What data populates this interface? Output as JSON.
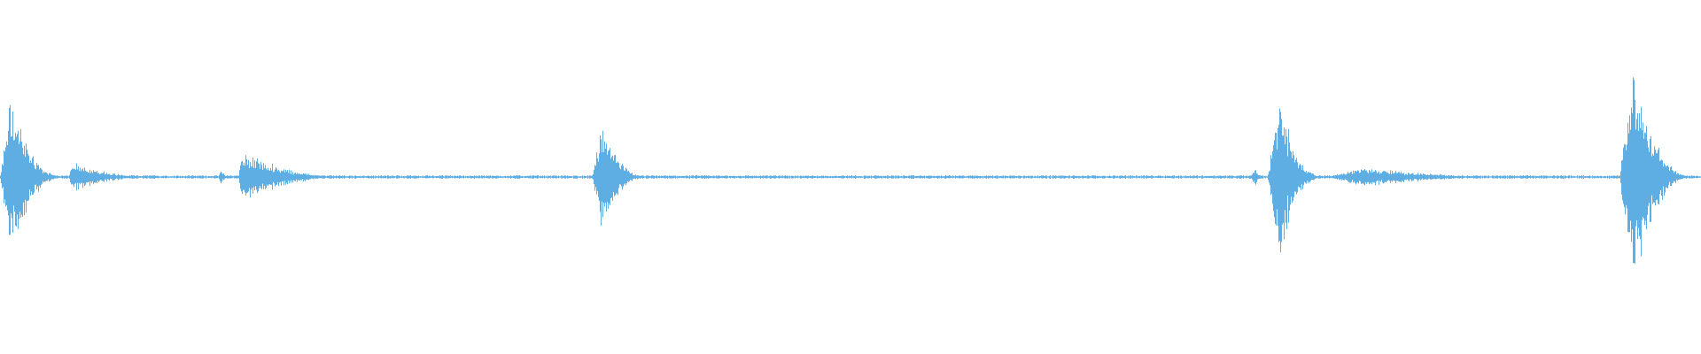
{
  "waveform": {
    "color": "#5faee3",
    "background": "#ffffff",
    "duration_fraction_markers": [],
    "bursts": [
      {
        "start": 0.0,
        "peak": 0.006,
        "end": 0.04,
        "amplitude": 0.68,
        "decay": 0.55
      },
      {
        "start": 0.04,
        "peak": 0.043,
        "end": 0.09,
        "amplitude": 0.12,
        "decay": 0.3
      },
      {
        "start": 0.128,
        "peak": 0.13,
        "end": 0.134,
        "amplitude": 0.07,
        "decay": 0.4
      },
      {
        "start": 0.14,
        "peak": 0.142,
        "end": 0.2,
        "amplitude": 0.2,
        "decay": 0.25
      },
      {
        "start": 0.348,
        "peak": 0.353,
        "end": 0.382,
        "amplitude": 0.42,
        "decay": 0.45
      },
      {
        "start": 0.735,
        "peak": 0.738,
        "end": 0.742,
        "amplitude": 0.1,
        "decay": 0.4
      },
      {
        "start": 0.745,
        "peak": 0.752,
        "end": 0.78,
        "amplitude": 0.68,
        "decay": 0.55
      },
      {
        "start": 0.78,
        "peak": 0.8,
        "end": 0.895,
        "amplitude": 0.08,
        "decay": 0.3
      },
      {
        "start": 0.952,
        "peak": 0.96,
        "end": 0.998,
        "amplitude": 1.0,
        "decay": 0.6
      }
    ],
    "noise_floor": 0.012
  }
}
